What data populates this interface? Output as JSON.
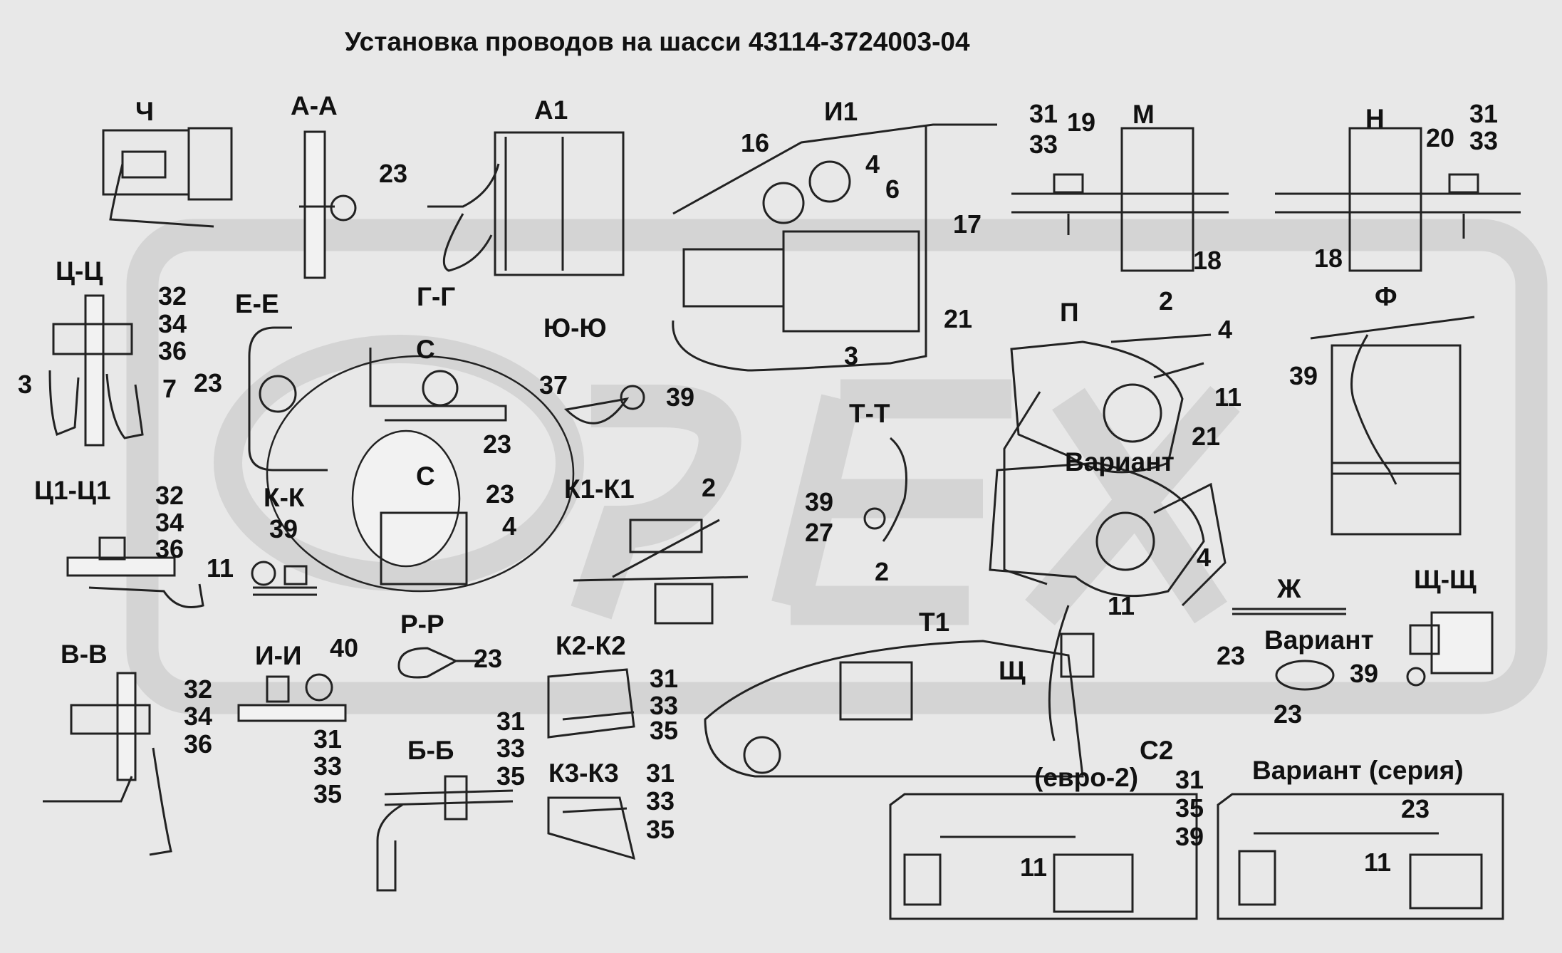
{
  "title": "Установка проводов на шасси 43114-3724003-04",
  "watermark": "OPEX",
  "colors": {
    "background": "#e8e8e8",
    "watermark": "#d2d2d2",
    "ink": "#111111"
  },
  "section_labels": {
    "ch": "Ч",
    "aa": "А-А",
    "a1": "А1",
    "i1": "И1",
    "m": "М",
    "n": "Н",
    "tsts": "Ц-Ц",
    "ee": "Е-Е",
    "gg": "Г-Г",
    "yuyu": "Ю-Ю",
    "p": "П",
    "f": "Ф",
    "c_top": "С",
    "c_mid": "С",
    "tt": "Т-Т",
    "variant1": "Вариант",
    "ts1ts1": "Ц1-Ц1",
    "kk": "К-К",
    "k1k1": "К1-К1",
    "zh": "Ж",
    "shch_sec": "Щ-Щ",
    "variant2": "Вариант",
    "t1": "Т1",
    "vv": "В-В",
    "ii": "И-И",
    "rr": "Р-Р",
    "k2k2": "К2-К2",
    "shch": "Щ",
    "bb": "Б-Б",
    "k3k3": "К3-К3",
    "c2": "С2",
    "euro2": "(евро-2)",
    "variant_series": "Вариант (серия)"
  },
  "callouts": {
    "c1": "23",
    "c2": "31",
    "c3": "33",
    "c4": "19",
    "c5": "31",
    "c6": "33",
    "c7": "20",
    "c8": "18",
    "c9": "18",
    "c10": "16",
    "c11": "4",
    "c12": "6",
    "c13": "17",
    "c14": "21",
    "c15": "3",
    "c16": "32",
    "c17": "34",
    "c18": "36",
    "c19": "3",
    "c20": "7",
    "c21": "23",
    "c22": "23",
    "c23": "37",
    "c24": "39",
    "c25": "2",
    "c26": "4",
    "c27": "11",
    "c28": "21",
    "c29": "39",
    "c30": "23",
    "c31": "4",
    "c32": "32",
    "c33": "34",
    "c34": "36",
    "c35": "11",
    "c36": "39",
    "c37": "2",
    "c38": "39",
    "c39": "27",
    "c40": "2",
    "c41": "4",
    "c42": "11",
    "c43": "23",
    "c44": "39",
    "c45": "23",
    "c46": "32",
    "c47": "34",
    "c48": "36",
    "c49": "40",
    "c50": "31",
    "c51": "33",
    "c52": "35",
    "c53": "23",
    "c54": "31",
    "c55": "33",
    "c56": "35",
    "c57": "31",
    "c58": "33",
    "c59": "35",
    "c60": "31",
    "c61": "33",
    "c62": "35",
    "c63": "31",
    "c64": "35",
    "c65": "39",
    "c66": "11",
    "c67": "23",
    "c68": "11"
  }
}
